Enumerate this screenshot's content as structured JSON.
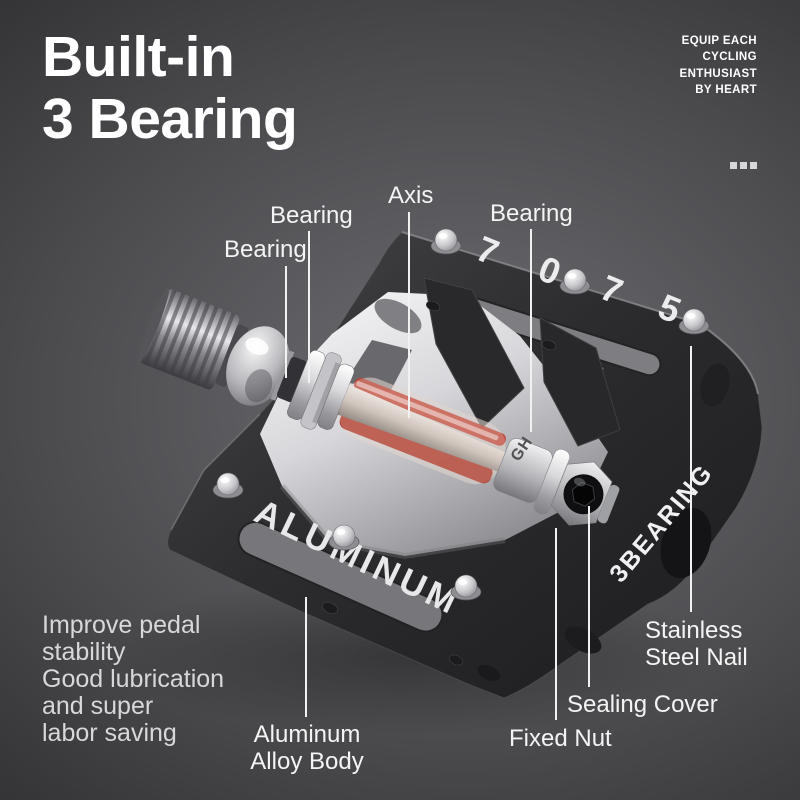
{
  "heading": {
    "line1": "Built-in",
    "line2": "3 Bearing"
  },
  "tagline": {
    "lines": [
      "EQUIP EACH",
      "CYCLING",
      "ENTHUSIAST",
      "BY HEART"
    ]
  },
  "icons": {
    "ellipsis": "three-squares"
  },
  "callouts": {
    "bearing_upper_left": {
      "label": "Bearing"
    },
    "bearing_lower_left": {
      "label": "Bearing"
    },
    "axis": {
      "label": "Axis"
    },
    "bearing_right": {
      "label": "Bearing"
    },
    "stainless_steel_nail": {
      "line1": "Stainless",
      "line2": "Steel Nail"
    },
    "sealing_cover": {
      "label": "Sealing Cover"
    },
    "fixed_nut": {
      "label": "Fixed Nut"
    },
    "aluminum_alloy_body": {
      "line1": "Aluminum",
      "line2": "Alloy Body"
    }
  },
  "features": {
    "lines": [
      "Improve pedal",
      "stability",
      "Good lubrication",
      "and super",
      "labor saving"
    ]
  },
  "pedal": {
    "digits": [
      "7",
      "0",
      "7",
      "5"
    ],
    "left_edge_text": "ALUMINUM",
    "right_edge_text": "3BEARING",
    "axle_code": "GH"
  },
  "colors": {
    "background_top": "#5f5f63",
    "background_bottom": "#2e2e31",
    "body_black": "#2a2a2c",
    "silver": "#d8d8dc",
    "accent_red": "#c2402f",
    "label_white": "#f2f2f2"
  }
}
